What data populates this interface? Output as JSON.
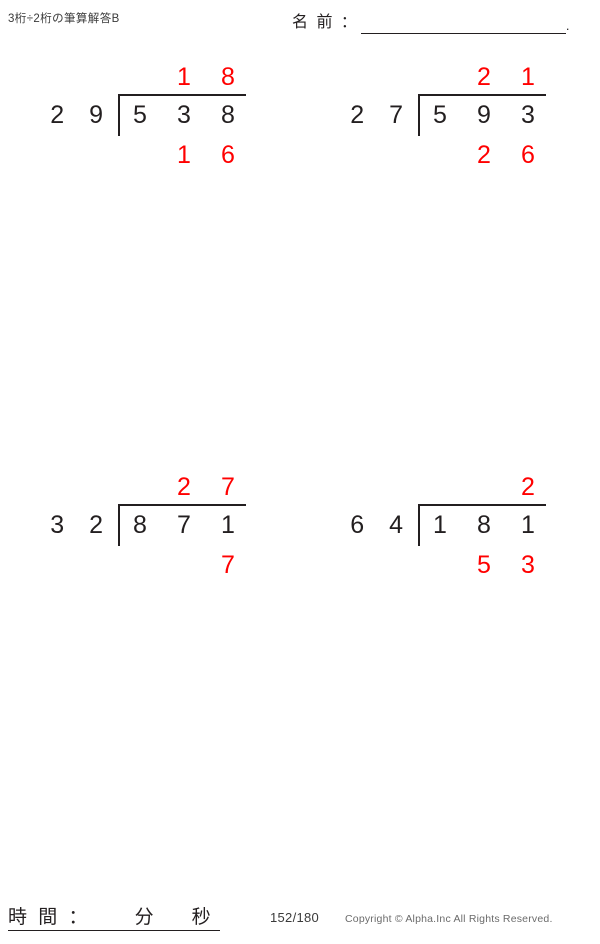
{
  "header": {
    "worksheet_title": "3桁÷2桁の筆算解答B",
    "name_label": "名 前 ：",
    "name_value": "",
    "name_placeholder": "",
    "name_period": "."
  },
  "problems": [
    {
      "divisor": "2 9",
      "dividend": [
        "5",
        "3",
        "8"
      ],
      "quotient": [
        "",
        "1",
        "8"
      ],
      "remainder": [
        "",
        "1",
        "6"
      ]
    },
    {
      "divisor": "2 7",
      "dividend": [
        "5",
        "9",
        "3"
      ],
      "quotient": [
        "",
        "2",
        "1"
      ],
      "remainder": [
        "",
        "2",
        "6"
      ]
    },
    {
      "divisor": "3 2",
      "dividend": [
        "8",
        "7",
        "1"
      ],
      "quotient": [
        "",
        "2",
        "7"
      ],
      "remainder": [
        "",
        "",
        "7"
      ]
    },
    {
      "divisor": "6 4",
      "dividend": [
        "1",
        "8",
        "1"
      ],
      "quotient": [
        "",
        "",
        "2"
      ],
      "remainder": [
        "",
        "5",
        "3"
      ]
    }
  ],
  "footer": {
    "time_label": "時 間 ：",
    "minute_unit": "分",
    "second_unit": "秒",
    "page_number": "152/180",
    "copyright": "Copyright © Alpha.Inc All Rights Reserved."
  },
  "colors": {
    "answer_red": "#ff0000",
    "ink": "#231f20",
    "muted": "#6b6b6b"
  }
}
